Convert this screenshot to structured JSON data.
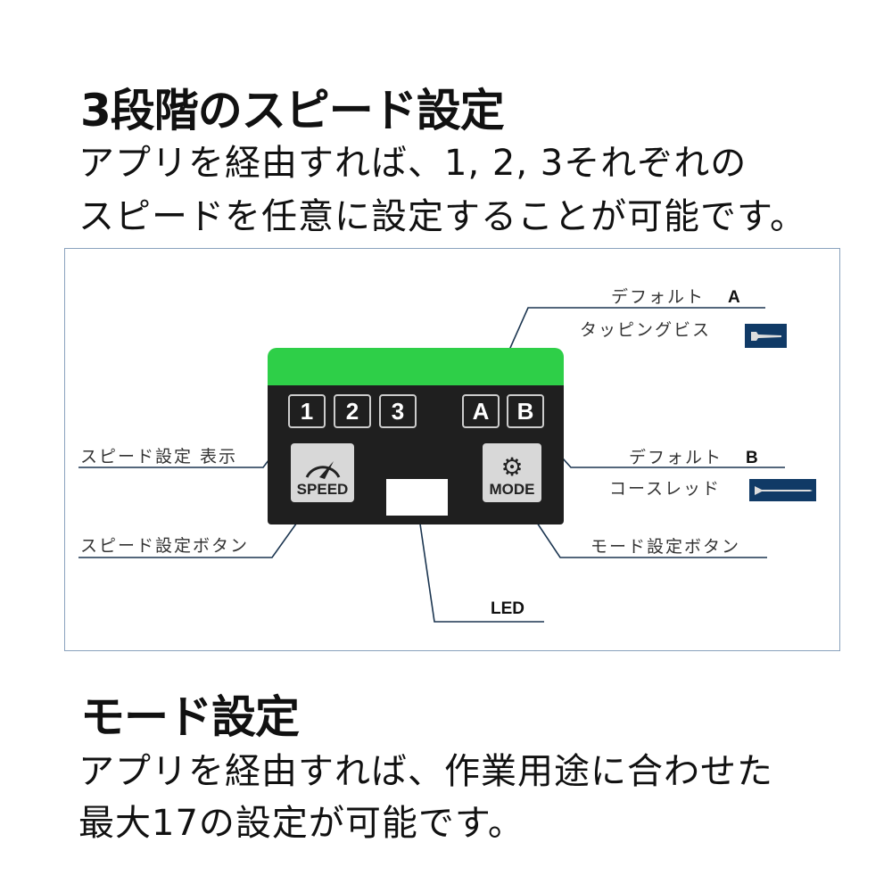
{
  "speed_section": {
    "title": "3段階のスピード設定",
    "line1": "アプリを経由すれば、1, 2, 3それぞれの",
    "line2": "スピードを任意に設定することが可能です。"
  },
  "diagram": {
    "speed_keys": [
      "1",
      "2",
      "3"
    ],
    "mode_keys": [
      "A",
      "B"
    ],
    "speed_button": "SPEED",
    "mode_button": "MODE",
    "default_a": "デフォルト",
    "default_a_letter": "A",
    "default_a_desc": "タッピングビス",
    "default_b": "デフォルト",
    "default_b_letter": "B",
    "default_b_desc": "コースレッド",
    "speed_display": "スピード設定 表示",
    "speed_button_label": "スピード設定ボタン",
    "mode_button_label": "モード設定ボタン",
    "led_label": "LED",
    "colors": {
      "green": "#2ecf48",
      "panel": "#1f1f1f",
      "screw_bg": "#103a66"
    }
  },
  "mode_section": {
    "title": "モード設定",
    "line1": "アプリを経由すれば、作業用途に合わせた",
    "line2": "最大17の設定が可能です。"
  }
}
